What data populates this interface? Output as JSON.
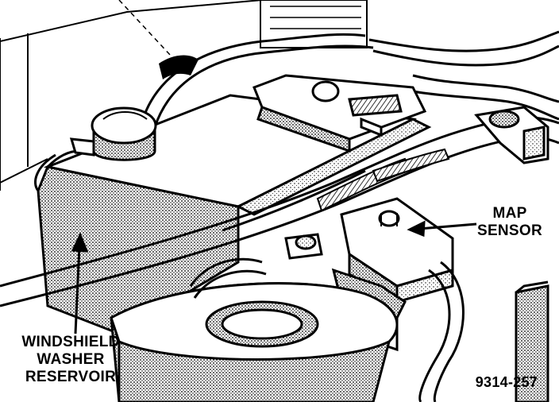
{
  "labels": {
    "map_sensor": [
      "MAP",
      "SENSOR"
    ],
    "windshield_washer_reservoir": [
      "WINDSHIELD",
      "WASHER",
      "RESERVOIR"
    ],
    "figure_number": "9314-257"
  },
  "colors": {
    "ink": "#000000",
    "paper": "#ffffff",
    "shade": "#9a9a9a"
  }
}
